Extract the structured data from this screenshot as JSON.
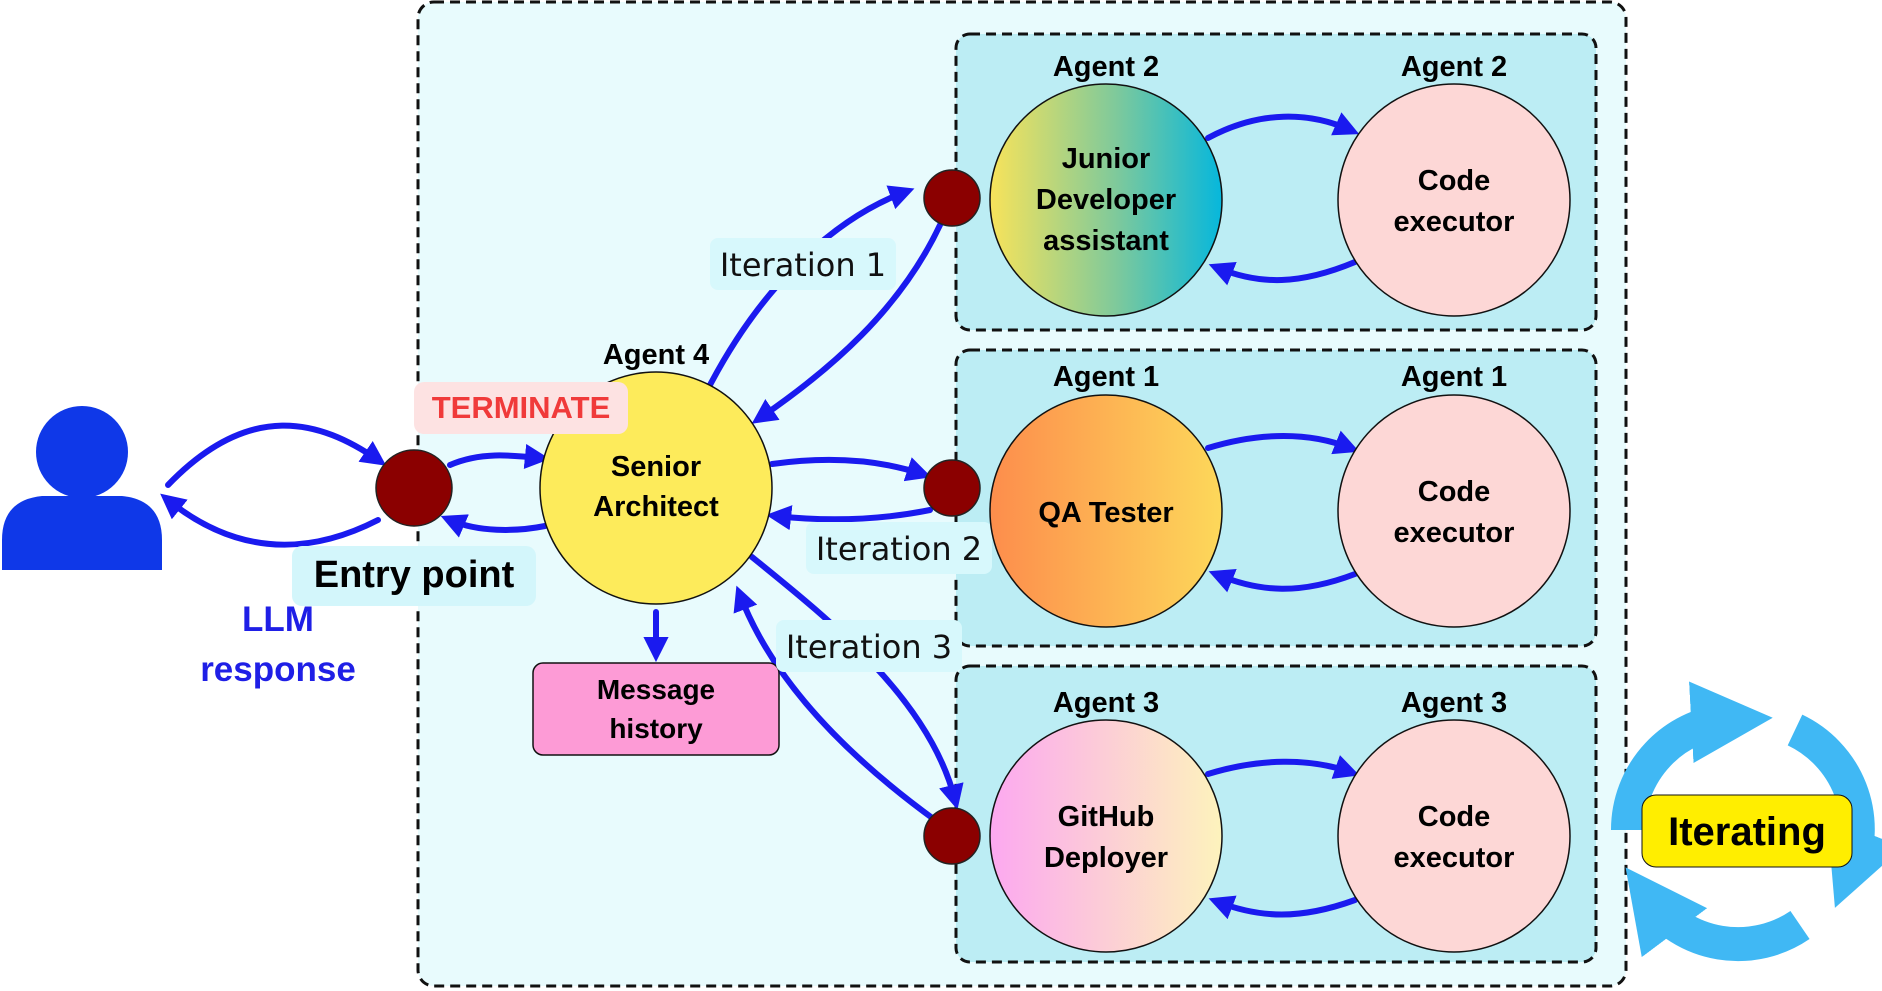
{
  "user": {
    "icon": "user-icon"
  },
  "entry": {
    "label": "Entry point",
    "llm_line1": "LLM",
    "llm_line2": "response"
  },
  "architect": {
    "agent_label": "Agent 4",
    "name_line1": "Senior",
    "name_line2": "Architect",
    "terminate": "TERMINATE",
    "history_line1": "Message",
    "history_line2": "history"
  },
  "iterations": [
    "Iteration 1",
    "Iteration 2",
    "Iteration 3"
  ],
  "groups": [
    {
      "left_agent": "Agent 2",
      "right_agent": "Agent 2",
      "left_lines": [
        "Junior",
        "Developer",
        "assistant"
      ],
      "right_lines": [
        "Code",
        "executor"
      ]
    },
    {
      "left_agent": "Agent 1",
      "right_agent": "Agent 1",
      "left_lines": [
        "QA Tester"
      ],
      "right_lines": [
        "Code",
        "executor"
      ]
    },
    {
      "left_agent": "Agent 3",
      "right_agent": "Agent 3",
      "left_lines": [
        "GitHub",
        "Deployer"
      ],
      "right_lines": [
        "Code",
        "executor"
      ]
    }
  ],
  "iterating": {
    "label": "Iterating",
    "icon": "cycle-arrows-icon"
  },
  "colors": {
    "arrow": "#1a1aef",
    "node": "#8b0000",
    "outer_bg": "#e8fbfd",
    "group_bg": "#bcedf4",
    "architect": "#fdeb5b",
    "executor": "#fdd7d6",
    "history": "#fd9bd6",
    "user": "#0f38e8",
    "cycle": "#40b8f4",
    "iterating_bg": "#ffee00"
  }
}
